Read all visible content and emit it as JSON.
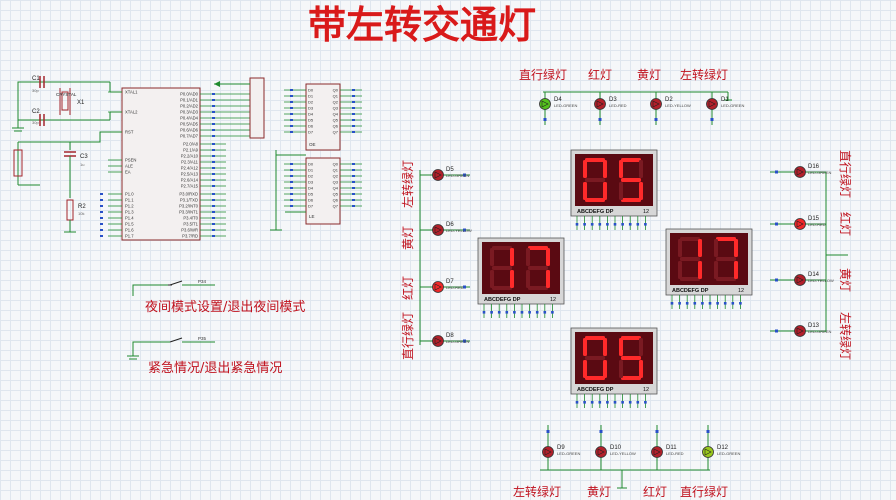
{
  "title": "带左转交通灯",
  "labels": {
    "north": {
      "straight_green": "直行绿灯",
      "red": "红灯",
      "yellow": "黄灯",
      "left_green": "左转绿灯"
    },
    "south": {
      "left_green": "左转绿灯",
      "yellow": "黄灯",
      "red": "红灯",
      "straight_green": "直行绿灯"
    },
    "west": {
      "left_green": "左转绿灯",
      "yellow": "黄灯",
      "red": "红灯",
      "straight_green": "直行绿灯"
    },
    "east": {
      "straight_green": "直行绿灯",
      "red": "红灯",
      "yellow": "黄灯",
      "left_green": "左转绿灯"
    },
    "night_mode": "夜间模式设置/退出夜间模式",
    "emergency": "紧急情况/退出紧急情况"
  },
  "displays": {
    "north": "05",
    "west": "17",
    "east": "17",
    "south": "05",
    "pin_labels": "ABCDEFG DP",
    "pin_numbers": "12"
  },
  "leds": {
    "north": [
      {
        "ref": "D4",
        "type": "LED-GREEN",
        "color": "#55c21e"
      },
      {
        "ref": "D3",
        "type": "LED-RED",
        "color": "#b3202a"
      },
      {
        "ref": "D2",
        "type": "LED-YELLOW",
        "color": "#b3202a"
      },
      {
        "ref": "D1",
        "type": "LED-GREEN",
        "color": "#b3202a"
      }
    ],
    "west": [
      {
        "ref": "D5",
        "type": "LED-GREEN",
        "color": "#b3202a"
      },
      {
        "ref": "D6",
        "type": "LED-YELLOW",
        "color": "#b3202a"
      },
      {
        "ref": "D7",
        "type": "LED-RED",
        "color": "#f02828"
      },
      {
        "ref": "D8",
        "type": "LED-GREEN",
        "color": "#b3202a"
      }
    ],
    "east": [
      {
        "ref": "D16",
        "type": "LED-GREEN",
        "color": "#b3202a"
      },
      {
        "ref": "D15",
        "type": "LED-RED",
        "color": "#f02828"
      },
      {
        "ref": "D14",
        "type": "LED-YELLOW",
        "color": "#b3202a"
      },
      {
        "ref": "D13",
        "type": "LED-GREEN",
        "color": "#b3202a"
      }
    ],
    "south": [
      {
        "ref": "D9",
        "type": "LED-GREEN",
        "color": "#b3202a"
      },
      {
        "ref": "D10",
        "type": "LED-YELLOW",
        "color": "#b3202a"
      },
      {
        "ref": "D11",
        "type": "LED-RED",
        "color": "#b3202a"
      },
      {
        "ref": "D12",
        "type": "LED-GREEN",
        "color": "#9ac81e"
      }
    ]
  },
  "mcu": {
    "left_pins": [
      "XTAL1",
      "XTAL2",
      "RST",
      "PSEN",
      "ALE",
      "EA",
      "P1.0",
      "P1.1",
      "P1.2",
      "P1.3",
      "P1.4",
      "P1.5",
      "P1.6",
      "P1.7"
    ],
    "right_pins": [
      "P0.0/AD0",
      "P0.1/AD1",
      "P0.2/AD2",
      "P0.3/AD3",
      "P0.4/AD4",
      "P0.5/AD5",
      "P0.6/AD6",
      "P0.7/AD7",
      "P2.0/A8",
      "P2.1/A9",
      "P2.2/A10",
      "P2.3/A11",
      "P2.4/A12",
      "P2.5/A13",
      "P2.6/A14",
      "P2.7/A15",
      "P3.0/RXD",
      "P3.1/TXD",
      "P3.2/INT0",
      "P3.3/INT1",
      "P3.4/T0",
      "P3.5/T1",
      "P3.6/WR",
      "P3.7/RD"
    ]
  },
  "components": {
    "c1": "C1",
    "c1_val": "30p",
    "c2": "C2",
    "c2_val": "30p",
    "crystal": "CRYSTAL",
    "x1": "X1",
    "c3": "C3",
    "c3_val": "1u",
    "r2": "R2",
    "r2_val": "10k",
    "sw_night": "P34",
    "sw_emergency": "P35",
    "latch_pins_in": [
      "D0",
      "D1",
      "D2",
      "D3",
      "D4",
      "D5",
      "D6",
      "D7"
    ],
    "latch_pins_out": [
      "Q0",
      "Q1",
      "Q2",
      "Q3",
      "Q4",
      "Q5",
      "Q6",
      "Q7"
    ],
    "latch_oe": "OE",
    "latch_le": "LE"
  },
  "colors": {
    "wire": "#1e8a2e",
    "component": "#a4262c",
    "title": "#d91a1a",
    "label": "#c0121e",
    "display_bg": "#5a0a12",
    "display_on": "#ff2a2a"
  }
}
